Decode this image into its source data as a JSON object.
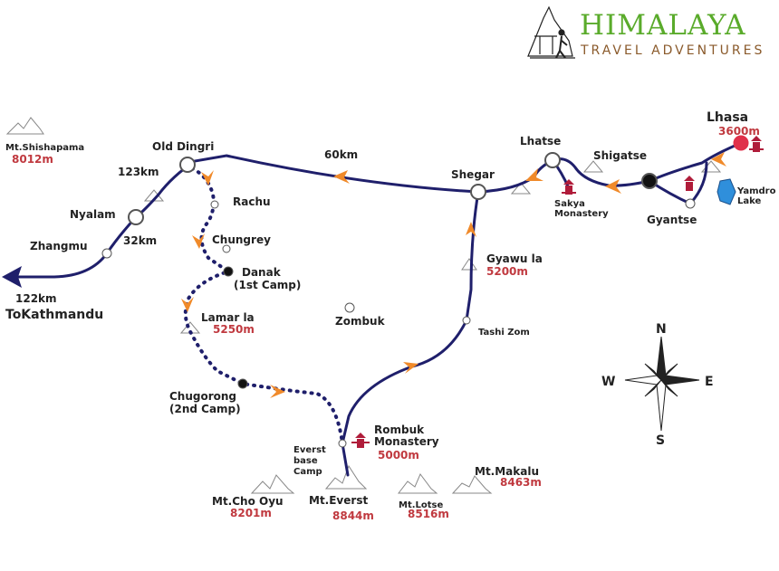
{
  "logo": {
    "title": "HIMALAYA",
    "subtitle": "TRAVEL ADVENTURES"
  },
  "places": {
    "lhasa": "Lhasa",
    "lhasa_alt": "3600m",
    "shigatse": "Shigatse",
    "lhatse": "Lhatse",
    "shegar": "Shegar",
    "gyantse": "Gyantse",
    "sakya1": "Sakya",
    "sakya2": "Monastery",
    "yamdro1": "Yamdro",
    "yamdro2": "Lake",
    "old_dingri": "Old Dingri",
    "nyalam": "Nyalam",
    "zhangmu": "Zhangmu",
    "rachu": "Rachu",
    "chungrey": "Chungrey",
    "danak1": "Danak",
    "danak2": "(1st Camp)",
    "lamar": "Lamar la",
    "lamar_alt": "5250m",
    "zombuk": "Zombuk",
    "chugorong1": "Chugorong",
    "chugorong2": "(2nd Camp)",
    "ebc1": "Everst",
    "ebc2": "base",
    "ebc3": "Camp",
    "rombuk1": "Rombuk",
    "rombuk2": "Monastery",
    "rombuk_alt": "5000m",
    "tashi": "Tashi Zom",
    "gyawu": "Gyawu la",
    "gyawu_alt": "5200m",
    "kathmandu": "ToKathmandu"
  },
  "distances": {
    "d60": "60km",
    "d123": "123km",
    "d32": "32km",
    "d122": "122km"
  },
  "mountains": [
    {
      "name": "Mt.Shishapama",
      "alt": "8012m"
    },
    {
      "name": "Mt.Cho Oyu",
      "alt": "8201m"
    },
    {
      "name": "Mt.Everst",
      "alt": "8844m"
    },
    {
      "name": "Mt.Lotse",
      "alt": "8516m"
    },
    {
      "name": "Mt.Makalu",
      "alt": "8463m"
    }
  ],
  "compass": {
    "n": "N",
    "s": "S",
    "e": "E",
    "w": "W"
  },
  "colors": {
    "route": "#1f1f6b",
    "arrow": "#f08a2a",
    "altitude": "#c0393f",
    "logo": "#5aab2b"
  }
}
